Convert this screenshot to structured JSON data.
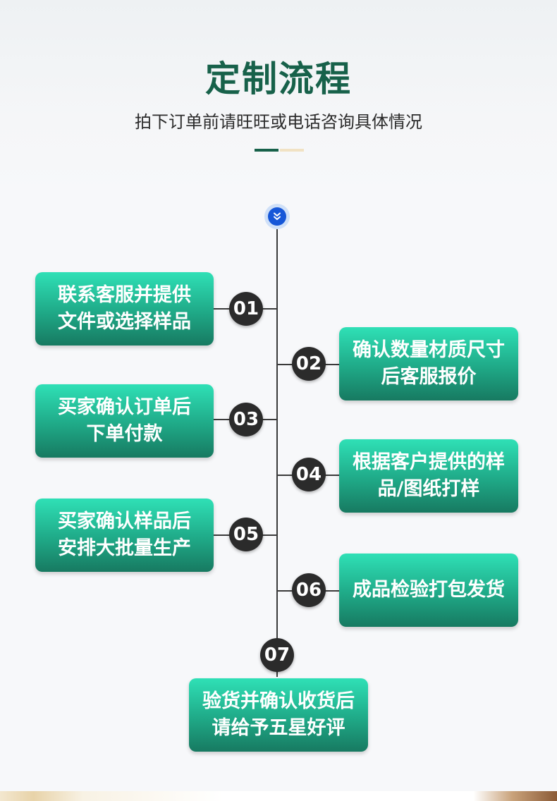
{
  "header": {
    "title": "定制流程",
    "subtitle": "拍下订单前请旺旺或电话咨询具体情况"
  },
  "colors": {
    "title": "#17614a",
    "card_top": "#2fe0b6",
    "card_bottom": "#177a61",
    "node": "#2b2b2b",
    "top_badge": "#1657d8"
  },
  "steps": [
    {
      "number": "01",
      "text": "联系客服并提供\n文件或选择样品",
      "side": "left"
    },
    {
      "number": "02",
      "text": "确认数量材质尺寸\n后客服报价",
      "side": "right"
    },
    {
      "number": "03",
      "text": "买家确认订单后\n下单付款",
      "side": "left"
    },
    {
      "number": "04",
      "text": "根据客户提供的样\n品/图纸打样",
      "side": "right"
    },
    {
      "number": "05",
      "text": "买家确认样品后\n安排大批量生产",
      "side": "left"
    },
    {
      "number": "06",
      "text": "成品检验打包发货",
      "side": "right"
    },
    {
      "number": "07",
      "text": "验货并确认收货后\n请给予五星好评",
      "side": "bottom"
    }
  ]
}
